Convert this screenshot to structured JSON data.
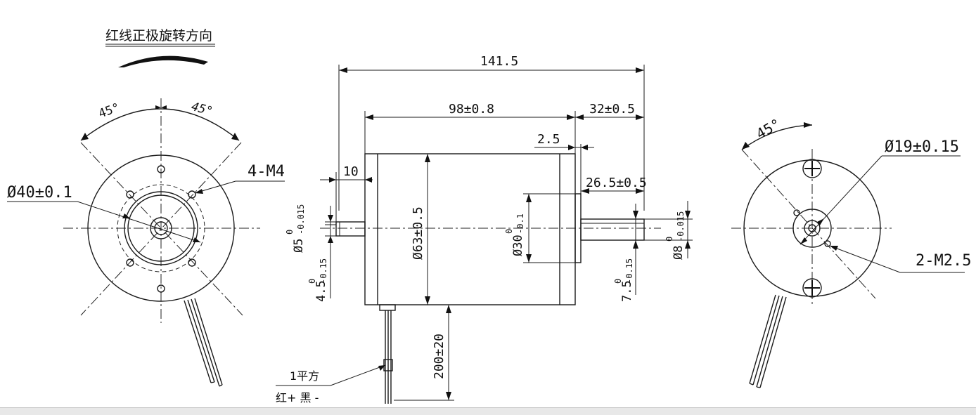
{
  "rotation_note": "红线正极旋转方向",
  "left_view": {
    "angle_left": "45°",
    "angle_right": "45°",
    "thread_label": "4-M4",
    "diameter_label": "Ø40±0.1"
  },
  "side_view": {
    "overall_length": "141.5",
    "body_length": "98±0.8",
    "shaft_length": "32±0.5",
    "boss_width": "2.5",
    "rear_shaft_length": "10",
    "flat_length": "26.5±0.5",
    "rear_shaft_dia": "Ø5",
    "rear_shaft_tol_upper": "0",
    "rear_shaft_tol_lower": "-0.015",
    "rear_flat_dim": "4.5",
    "rear_flat_tol_upper": "0",
    "rear_flat_tol_lower": "-0.15",
    "body_dia": "Ø63±0.5",
    "boss_dia": "Ø30",
    "boss_tol_upper": "0",
    "boss_tol_lower": "-0.1",
    "front_flat_dim": "7.5",
    "front_flat_tol_upper": "0",
    "front_flat_tol_lower": "-0.15",
    "front_shaft_dia": "Ø8",
    "front_shaft_tol_upper": "0",
    "front_shaft_tol_lower": "-0.015",
    "lead_length": "200±20",
    "wire_gauge": "1平方",
    "wire_colors": "红+  黑 -"
  },
  "right_view": {
    "angle": "45°",
    "diameter_label": "Ø19±0.15",
    "thread_label": "2-M2.5"
  }
}
